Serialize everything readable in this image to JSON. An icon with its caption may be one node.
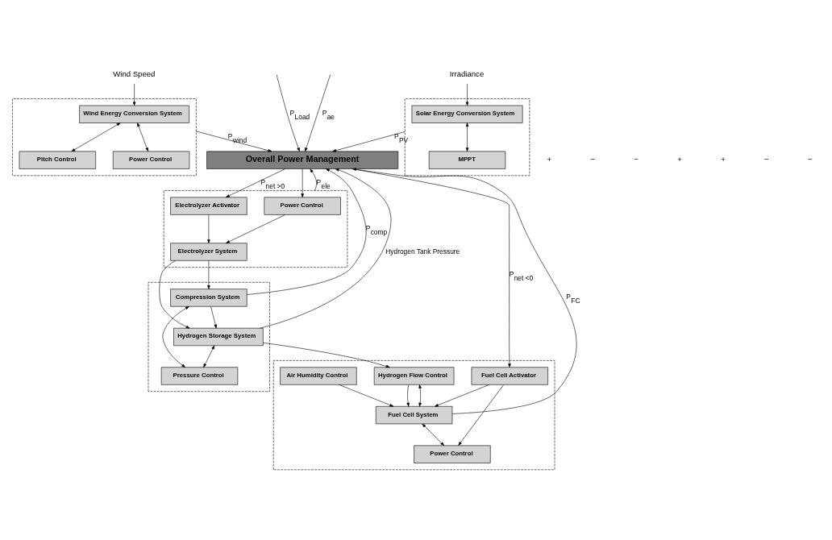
{
  "diagram": {
    "nodes": [
      {
        "text": [
          "Wind Speed"
        ]
      },
      {
        "text": [],
        "shape": "box"
      },
      {
        "text": [
          "Wind Energy Conversion System"
        ],
        "in": 1
      },
      {
        "text": [
          "Pitch Control"
        ],
        "in": 1
      },
      {
        "text": [
          "Power Control"
        ],
        "in": 1
      },
      {
        "text": [
          "Irradiance"
        ]
      },
      {
        "text": [],
        "shape": "box"
      },
      {
        "text": [
          "Solar Energy Conversion System"
        ],
        "in": 6
      },
      {
        "text": [
          "MPPT"
        ],
        "in": 6
      },
      {
        "text": [
          "Overall Power Management"
        ]
      },
      {
        "text": [],
        "shape": "box"
      },
      {
        "text": [
          "Power Control"
        ],
        "in": 10
      },
      {
        "text": [
          "Electrolyzer Activator"
        ],
        "in": 10
      },
      {
        "text": [
          "Electrolyzer System"
        ],
        "in": 10
      },
      {
        "text": [],
        "shape": "box"
      },
      {
        "text": [
          "Hydrogen Storage System"
        ],
        "in": 14
      },
      {
        "text": [
          "Compression System"
        ],
        "in": 14
      },
      {
        "text": [
          "Pressure Control"
        ],
        "in": 14
      },
      {
        "text": [],
        "shape": "box"
      },
      {
        "text": [
          "Fuel Cell Activator"
        ],
        "in": 18
      },
      {
        "text": [
          "Hydrogen Flow Control"
        ],
        "in": 18
      },
      {
        "text": [
          "Fuel Cell System"
        ],
        "in": 18
      },
      {
        "text": [
          "Air Humidity Control"
        ],
        "in": 18
      },
      {
        "text": [
          "Power Control"
        ],
        "in": 18
      }
    ],
    "edges": [
      {
        "from": 0,
        "to": 2,
        "arrow": "to"
      },
      {
        "from": 2,
        "to": 3,
        "arrow": "both"
      },
      {
        "from": 2,
        "to": 4,
        "arrow": "both"
      },
      {
        "from": 1,
        "to": 9,
        "arrow": "to",
        "label": "P$_{wind}$"
      },
      {
        "from": null,
        "to": 9,
        "arrow": "to",
        "label": "P$_{ae}$"
      },
      {
        "from": null,
        "to": 9,
        "arrow": "to",
        "label": "P$_{Load}$"
      },
      {
        "from": 6,
        "to": 9,
        "arrow": "to",
        "label": "P$_{PV}$"
      },
      {
        "from": 5,
        "to": 7,
        "arrow": "to"
      },
      {
        "from": 7,
        "to": 8,
        "arrow": "both"
      },
      {
        "from": 9,
        "to": 12,
        "arrow": "to",
        "label": "P$_{net >0}$"
      },
      {
        "from": 9,
        "to": 11,
        "arrow": "to"
      },
      {
        "from": 10,
        "to": 9,
        "arrow": "to",
        "label": "P$_{ele}$"
      },
      {
        "from": 11,
        "to": 13,
        "arrow": "to"
      },
      {
        "from": 12,
        "to": 13,
        "arrow": "to"
      },
      {
        "from": 13,
        "to": 16,
        "arrow": "to"
      },
      {
        "from": 13,
        "to": 15,
        "arrow": "to"
      },
      {
        "from": 16,
        "to": 9,
        "arrow": "to",
        "label": "P$_{comp}$"
      },
      {
        "from": 16,
        "to": 15,
        "arrow": "to"
      },
      {
        "from": 15,
        "to": 9,
        "arrow": "to",
        "label": "Hydrogen Tank Pressure"
      },
      {
        "from": 15,
        "to": 17,
        "arrow": "both"
      },
      {
        "from": 16,
        "to": 17,
        "arrow": "both"
      },
      {
        "from": 15,
        "to": 20,
        "arrow": "to"
      },
      {
        "from": 9,
        "to": 19,
        "arrow": "to",
        "label": "P$_{net <0}$"
      },
      {
        "from": 21,
        "to": 9,
        "arrow": "to",
        "label": "P$_{FC}$"
      },
      {
        "from": 19,
        "to": 21,
        "arrow": "to"
      },
      {
        "from": 19,
        "to": 23,
        "arrow": "to"
      },
      {
        "from": 20,
        "to": 21,
        "arrow": "to"
      },
      {
        "from": 20,
        "to": 21,
        "arrow": "both"
      },
      {
        "from": 22,
        "to": 21,
        "arrow": "to"
      },
      {
        "from": 21,
        "to": 23,
        "arrow": "both"
      }
    ],
    "labels": [
      "+",
      "−",
      "−",
      "+",
      "+",
      "−",
      "−"
    ]
  }
}
